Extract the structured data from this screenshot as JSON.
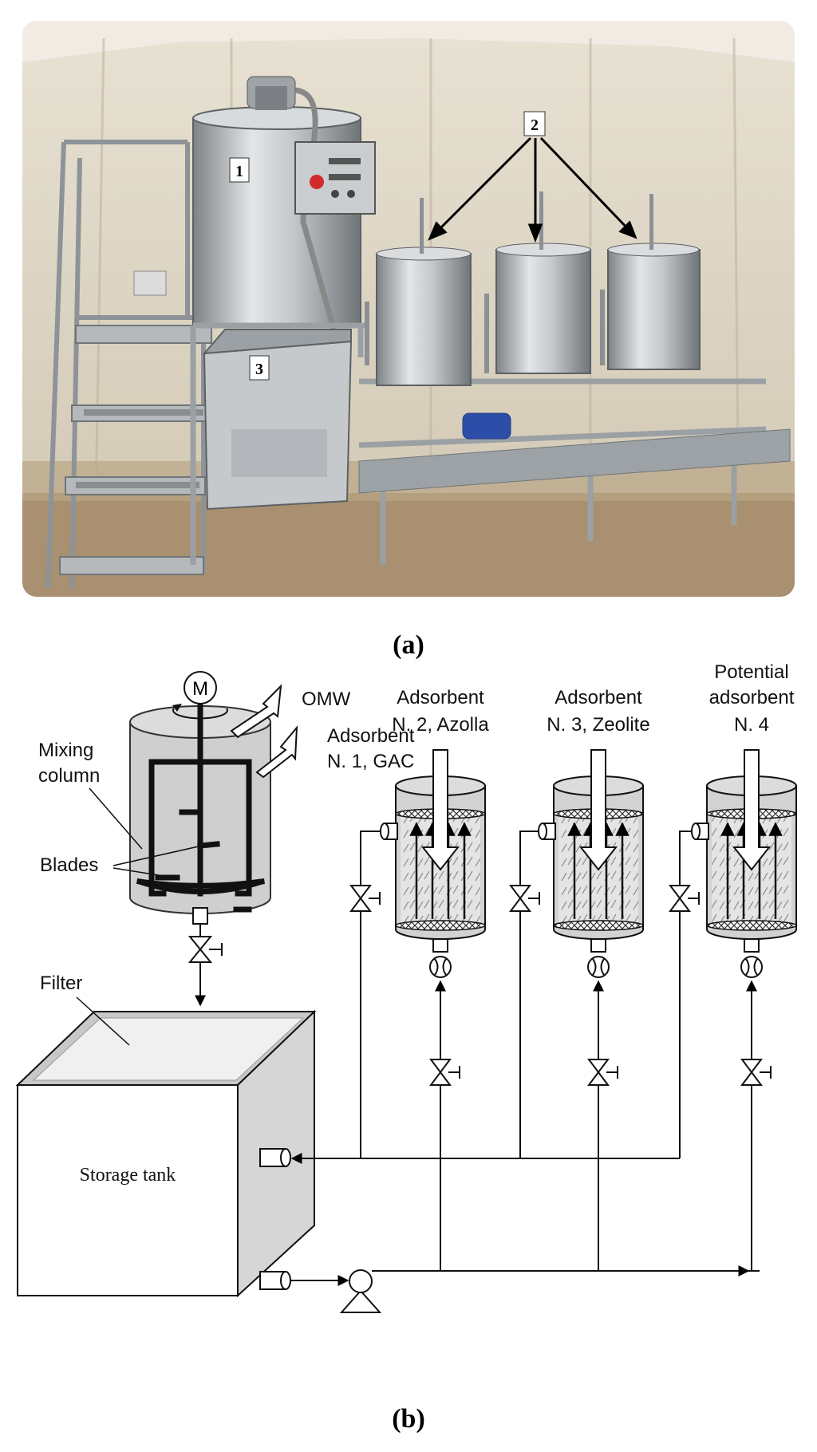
{
  "figure": {
    "caption_a": "(a)",
    "caption_b": "(b)"
  },
  "photo": {
    "markers": [
      "1",
      "2",
      "3"
    ]
  },
  "diagram": {
    "motor_label": "M",
    "omw_label": "OMW",
    "adsorbent1": [
      "Adsorbent",
      "N. 1, GAC"
    ],
    "mixing_column": [
      "Mixing",
      "column"
    ],
    "blades_label": "Blades",
    "filter_label": "Filter",
    "storage_tank_label": "Storage tank",
    "adsorbent2": [
      "Adsorbent",
      "N. 2, Azolla"
    ],
    "adsorbent3": [
      "Adsorbent",
      "N. 3, Zeolite"
    ],
    "adsorbent4": [
      "Potential",
      "adsorbent",
      "N. 4"
    ]
  },
  "colors": {
    "stainless": "#b8bcbf",
    "tent": "#d8d0c0",
    "ground": "#a89070",
    "diagram_fill": "#d0d0d0",
    "media_fill": "#e6e6e6"
  }
}
